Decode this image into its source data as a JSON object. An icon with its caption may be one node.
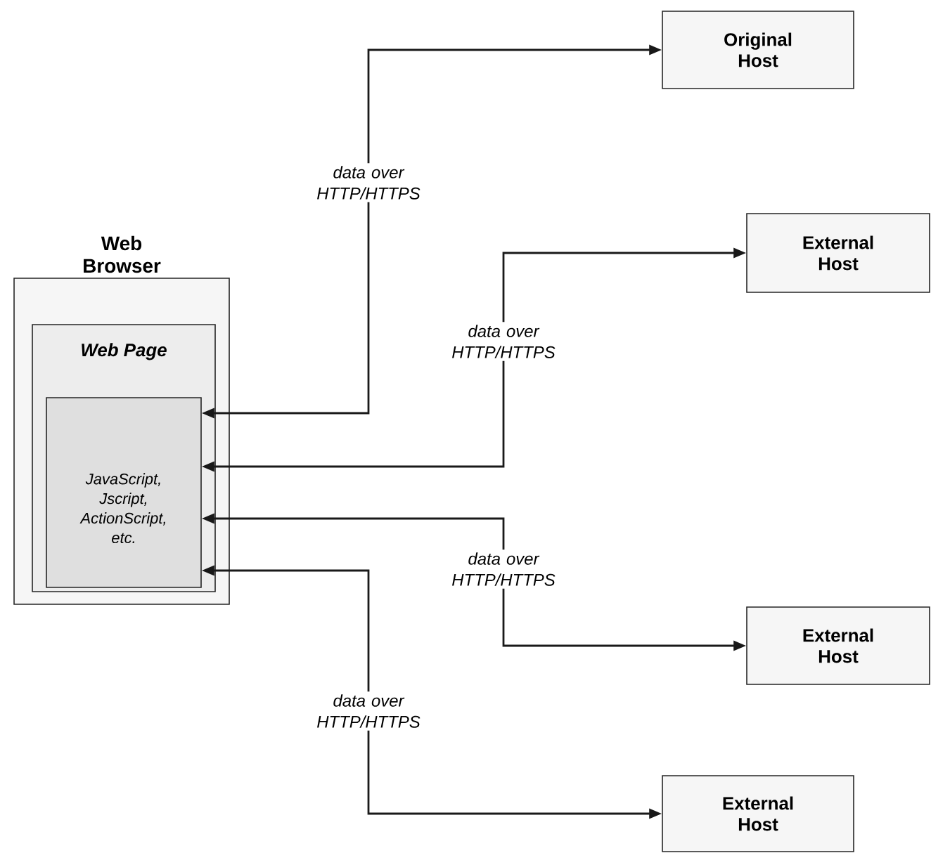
{
  "diagram": {
    "nodes": [
      {
        "text": [
          "Web Browser"
        ]
      },
      {
        "text": [
          "Web Page"
        ],
        "in": 0
      },
      {
        "text": [
          "JavaScript, Jscript, ActionScript, etc."
        ],
        "in": 1
      },
      {
        "text": [
          "Original Host"
        ]
      },
      {
        "text": [
          "External Host"
        ]
      },
      {
        "text": [
          "External Host"
        ]
      },
      {
        "text": [
          "External Host"
        ]
      }
    ],
    "edges": [
      {
        "from": 2,
        "to": 3,
        "arrow": "both",
        "label": "data over HTTP/HTTPS"
      },
      {
        "from": 2,
        "to": 4,
        "arrow": "both",
        "label": "data over HTTP/HTTPS"
      },
      {
        "from": 2,
        "to": 5,
        "arrow": "both",
        "label": "data over HTTP/HTTPS"
      },
      {
        "from": 2,
        "to": 6,
        "arrow": "both",
        "label": "data over HTTP/HTTPS"
      }
    ]
  }
}
